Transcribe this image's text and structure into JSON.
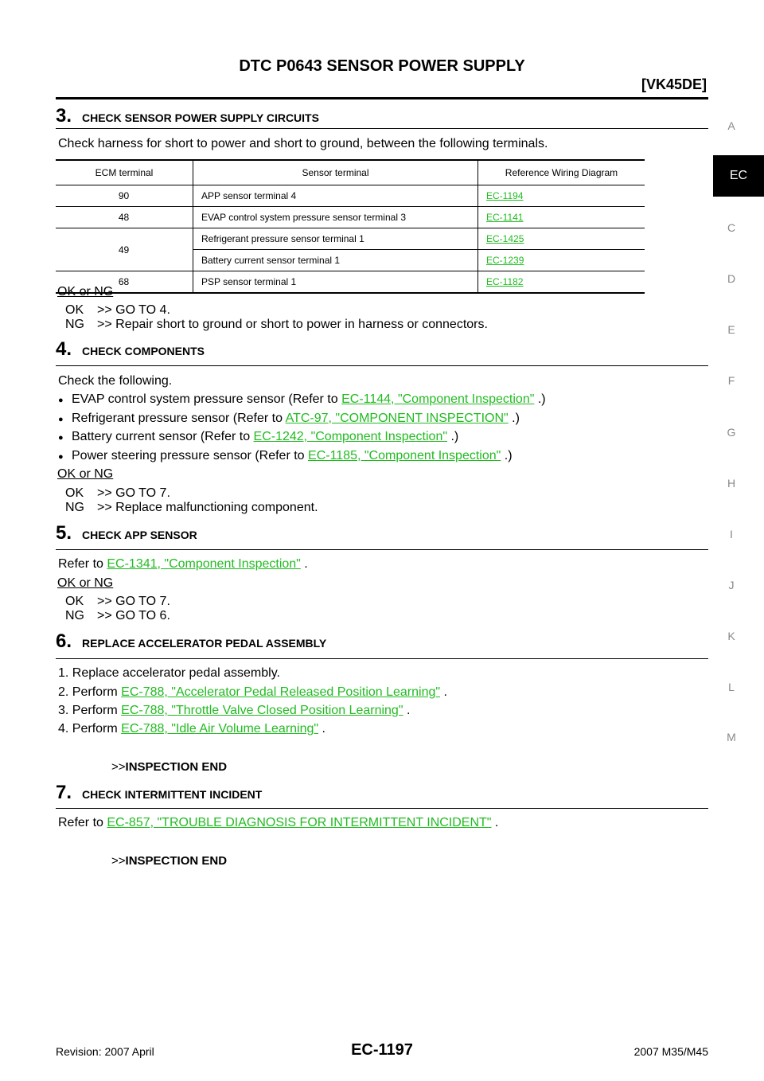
{
  "header": {
    "title": "DTC P0643 SENSOR POWER SUPPLY",
    "engine": "[VK45DE]"
  },
  "side_index": {
    "letters": [
      "A",
      "C",
      "D",
      "E",
      "F",
      "G",
      "H",
      "I",
      "J",
      "K",
      "L",
      "M"
    ],
    "active": "EC"
  },
  "step3": {
    "number": "3.",
    "title": "CHECK SENSOR POWER SUPPLY CIRCUITS",
    "text": "Check harness for short to power and short to ground, between the following terminals.",
    "table": {
      "headers": [
        "ECM terminal",
        "Sensor terminal",
        "Reference Wiring Diagram"
      ],
      "rows": [
        {
          "ecm": "90",
          "sensor": "APP sensor terminal 4",
          "ref": "EC-1194"
        },
        {
          "ecm": "48",
          "sensor": "EVAP control system pressure sensor terminal 3",
          "ref": "EC-1141"
        },
        {
          "ecm": "49",
          "sensor": "Refrigerant pressure sensor terminal 1",
          "ref": "EC-1425"
        },
        {
          "ecm": "",
          "sensor": "Battery current sensor terminal 1",
          "ref": "EC-1239"
        },
        {
          "ecm": "68",
          "sensor": "PSP sensor terminal 1",
          "ref": "EC-1182"
        }
      ]
    },
    "okng": "OK or NG",
    "ok": {
      "key": "OK",
      "text": ">> GO TO 4."
    },
    "ng": {
      "key": "NG",
      "text": ">> Repair short to ground or short to power in harness or connectors."
    }
  },
  "step4": {
    "number": "4.",
    "title": "CHECK COMPONENTS",
    "text": "Check the following.",
    "items": [
      {
        "pre": "EVAP control system pressure sensor (Refer to ",
        "link": "EC-1144, \"Component Inspection\"",
        "post": " .)"
      },
      {
        "pre": "Refrigerant pressure sensor (Refer to ",
        "link": "ATC-97, \"COMPONENT INSPECTION\"",
        "post": " .)"
      },
      {
        "pre": "Battery current sensor (Refer to ",
        "link": "EC-1242, \"Component Inspection\"",
        "post": " .)"
      },
      {
        "pre": "Power steering pressure sensor (Refer to ",
        "link": "EC-1185, \"Component Inspection\"",
        "post": " .)"
      }
    ],
    "okng": "OK or NG",
    "ok": {
      "key": "OK",
      "text": ">> GO TO 7."
    },
    "ng": {
      "key": "NG",
      "text": ">> Replace malfunctioning component."
    }
  },
  "step5": {
    "number": "5.",
    "title": "CHECK APP SENSOR",
    "pre": "Refer to ",
    "link": "EC-1341, \"Component Inspection\"",
    "post": " .",
    "okng": "OK or NG",
    "ok": {
      "key": "OK",
      "text": ">> GO TO 7."
    },
    "ng": {
      "key": "NG",
      "text": ">> GO TO 6."
    }
  },
  "step6": {
    "number": "6.",
    "title": "REPLACE ACCELERATOR PEDAL ASSEMBLY",
    "items": [
      {
        "pre": "1. Replace accelerator pedal assembly.",
        "link": "",
        "post": ""
      },
      {
        "pre": "2. Perform ",
        "link": "EC-788, \"Accelerator Pedal Released Position Learning\"",
        "post": " ."
      },
      {
        "pre": "3. Perform ",
        "link": "EC-788, \"Throttle Valve Closed Position Learning\"",
        "post": " ."
      },
      {
        "pre": "4. Perform ",
        "link": "EC-788, \"Idle Air Volume Learning\"",
        "post": " ."
      }
    ],
    "end_prefix": ">>",
    "end": "INSPECTION END"
  },
  "step7": {
    "number": "7.",
    "title": "CHECK INTERMITTENT INCIDENT",
    "pre": "Refer to ",
    "link": "EC-857, \"TROUBLE DIAGNOSIS FOR INTERMITTENT INCIDENT\"",
    "post": " .",
    "end_prefix": ">>",
    "end": "INSPECTION END"
  },
  "footer": {
    "revision": "Revision: 2007 April",
    "page": "EC-1197",
    "model": "2007 M35/M45"
  }
}
